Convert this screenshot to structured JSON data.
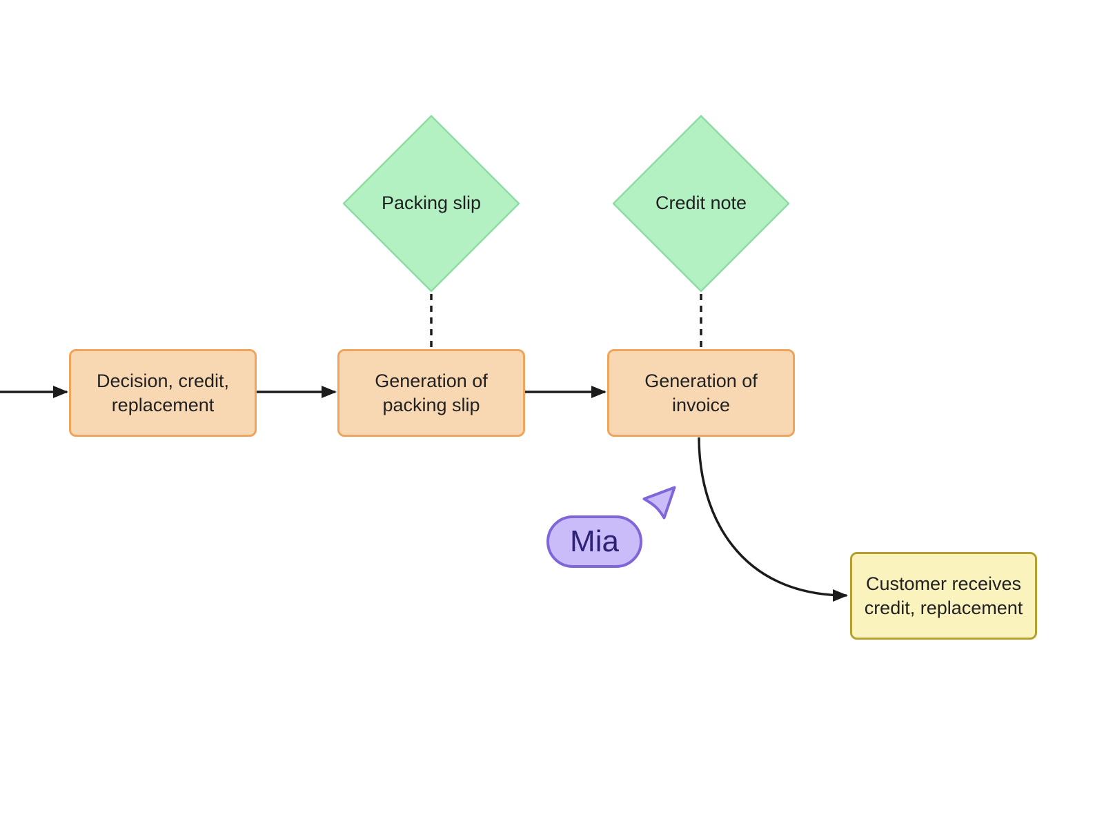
{
  "app": {
    "type": "whiteboard-flowchart-canvas",
    "background": "#ffffff"
  },
  "flowchart": {
    "process_steps": [
      {
        "id": "decision-credit-replacement",
        "label": "Decision, credit,\nreplacement"
      },
      {
        "id": "generation-of-packing-slip",
        "label": "Generation of\npacking slip"
      },
      {
        "id": "generation-of-invoice",
        "label": "Generation of\ninvoice"
      }
    ],
    "documents": [
      {
        "id": "packing-slip",
        "label": "Packing slip",
        "attached_to": "generation-of-packing-slip"
      },
      {
        "id": "credit-note",
        "label": "Credit note",
        "attached_to": "generation-of-invoice"
      }
    ],
    "end_node": {
      "id": "customer-receives",
      "label": "Customer receives\ncredit, replacement"
    },
    "connectors": [
      {
        "from": "off-canvas-left",
        "to": "decision-credit-replacement",
        "style": "solid-arrow"
      },
      {
        "from": "decision-credit-replacement",
        "to": "generation-of-packing-slip",
        "style": "solid-arrow"
      },
      {
        "from": "generation-of-packing-slip",
        "to": "generation-of-invoice",
        "style": "solid-arrow"
      },
      {
        "from": "generation-of-invoice",
        "to": "customer-receives",
        "style": "curved-solid-arrow"
      },
      {
        "from": "packing-slip",
        "to": "generation-of-packing-slip",
        "style": "dashed"
      },
      {
        "from": "credit-note",
        "to": "generation-of-invoice",
        "style": "dashed"
      }
    ]
  },
  "collaborators": [
    {
      "name": "Mia"
    }
  ],
  "colors": {
    "process_fill": "#f8d8b2",
    "process_stroke": "#f0a35a",
    "document_fill": "#b3f0c2",
    "document_stroke": "#8edca4",
    "end_fill": "#faf3be",
    "end_stroke": "#b5a02d",
    "connector": "#1b1b1b",
    "text": "#212121",
    "cursor_fill": "#c9bcf8",
    "cursor_stroke": "#8166d8",
    "cursor_text": "#2e2275"
  }
}
